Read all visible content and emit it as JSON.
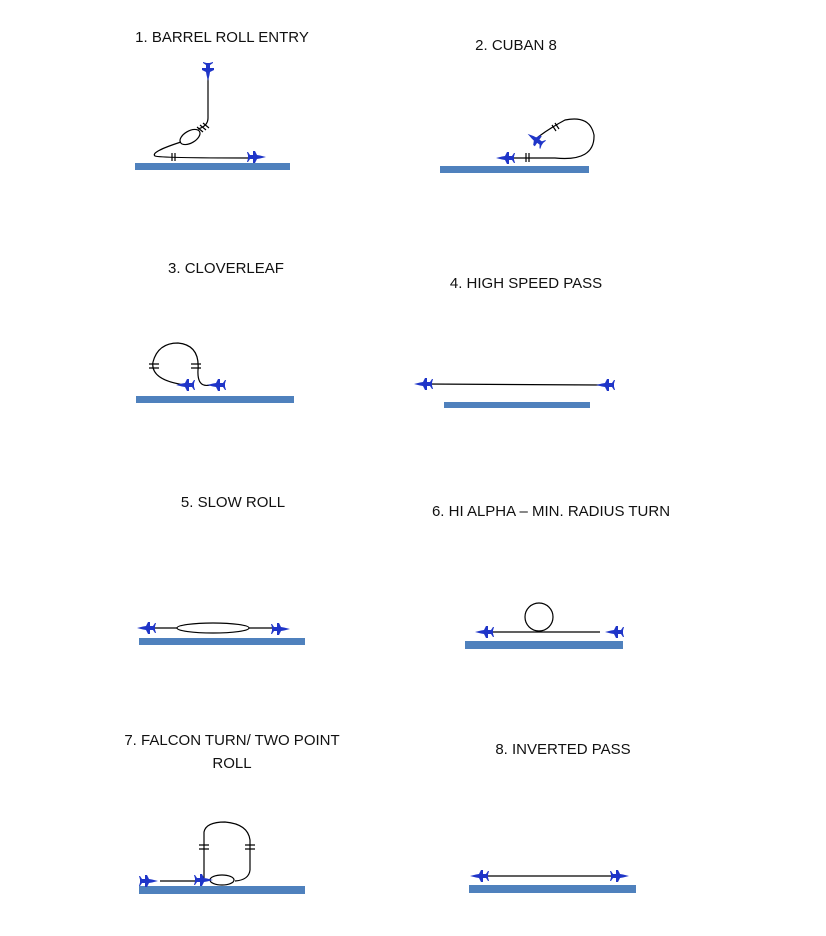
{
  "colors": {
    "runway": "#4f81bd",
    "jet": "#1f35c8",
    "path": "#000000"
  },
  "maneuvers": [
    {
      "label": "1. BARREL ROLL ENTRY"
    },
    {
      "label": "2. CUBAN 8"
    },
    {
      "label": "3. CLOVERLEAF"
    },
    {
      "label": "4. HIGH SPEED PASS"
    },
    {
      "label": "5. SLOW ROLL"
    },
    {
      "label": "6. HI ALPHA – MIN. RADIUS TURN"
    },
    {
      "label": "7. FALCON TURN/ TWO POINT",
      "label_line2": "ROLL"
    },
    {
      "label": "8. INVERTED PASS"
    }
  ]
}
